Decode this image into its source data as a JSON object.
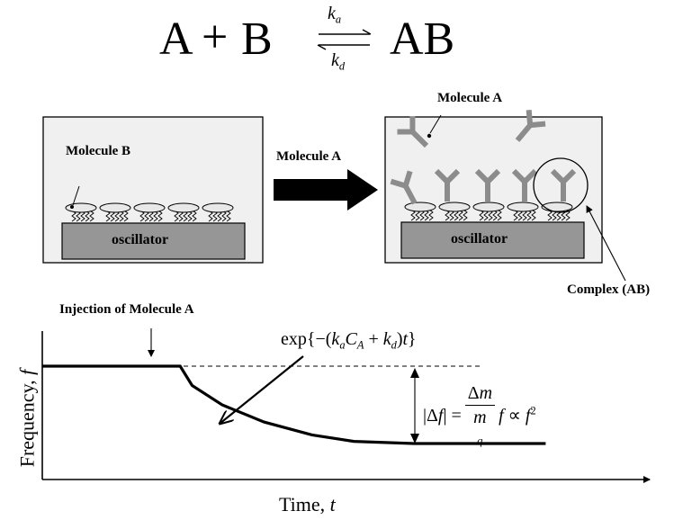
{
  "reaction": {
    "reactant_a": "A",
    "plus": "+",
    "reactant_b": "B",
    "forward_rate": "k_a",
    "reverse_rate": "k_d",
    "product": "AB"
  },
  "before_panel": {
    "molecule_label": "Molecule B",
    "substrate_label": "oscillator"
  },
  "arrow_label": "Molecule A",
  "after_panel": {
    "molecule_label": "Molecule A",
    "substrate_label": "oscillator",
    "complex_label": "Complex (AB)"
  },
  "plot": {
    "injection_label": "Injection of Molecule A",
    "decay_expression": "exp{−(k_a C_A + k_d)t}",
    "shift_expression": "|Δf| = Δm / m_q f ∝ f²",
    "ylabel": "Frequency, f",
    "xlabel": "Time, t"
  },
  "chart_data": {
    "type": "line",
    "title": "",
    "xlabel": "Time, t",
    "ylabel": "Frequency, f",
    "series": [
      {
        "values": [
          {
            "x": 0.0,
            "y": 1.0
          },
          {
            "x": 0.23,
            "y": 1.0
          },
          {
            "x": 0.25,
            "y": 0.82
          },
          {
            "x": 0.3,
            "y": 0.64
          },
          {
            "x": 0.37,
            "y": 0.48
          },
          {
            "x": 0.45,
            "y": 0.36
          },
          {
            "x": 0.52,
            "y": 0.3
          },
          {
            "x": 0.62,
            "y": 0.28
          },
          {
            "x": 0.84,
            "y": 0.28
          }
        ]
      }
    ]
  }
}
